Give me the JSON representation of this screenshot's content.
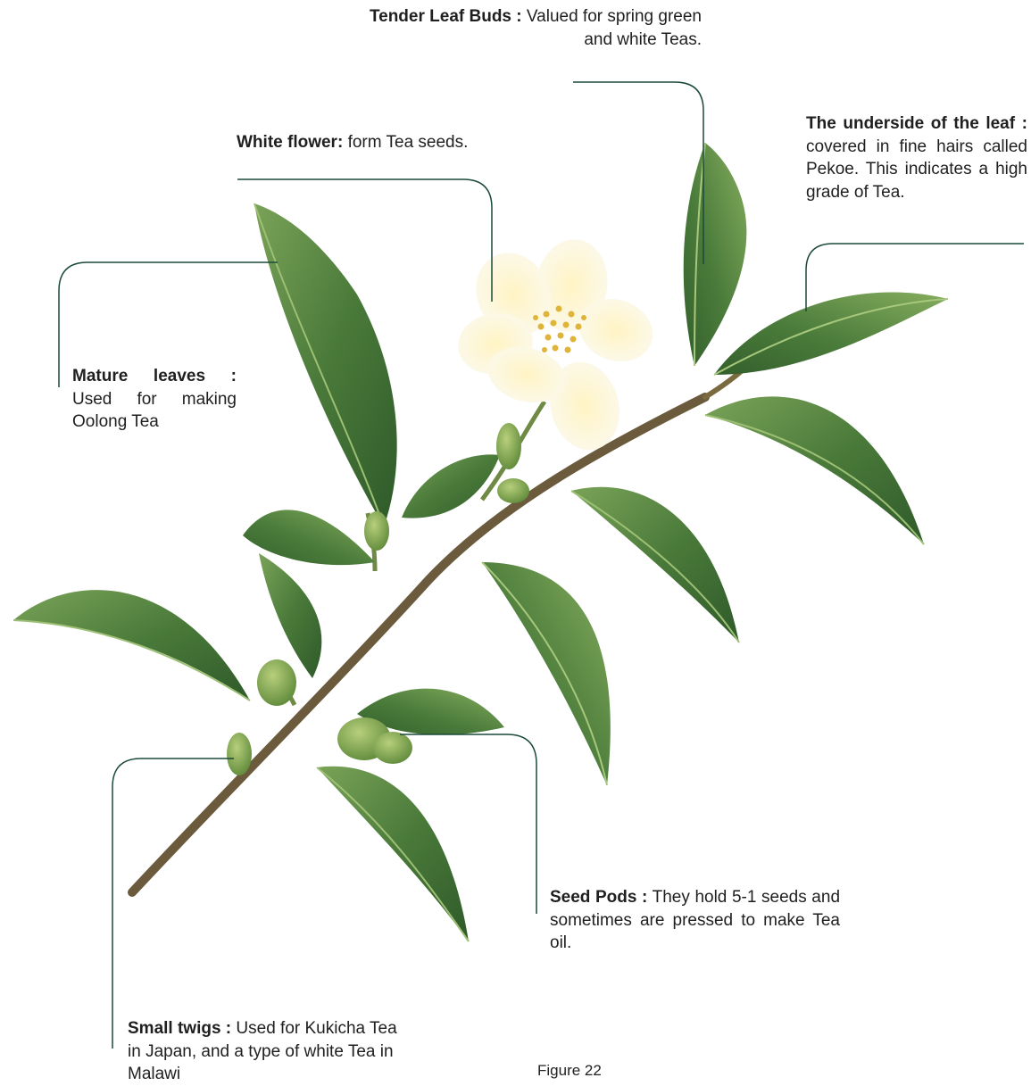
{
  "callouts": {
    "tender_buds": {
      "term": "Tender Leaf Buds :",
      "desc": "Valued for spring green and white Teas."
    },
    "white_flower": {
      "term": "White flower:",
      "desc": "form Tea seeds."
    },
    "underside": {
      "term": "The underside of the leaf :",
      "desc": "covered in fine hairs called Pekoe. This indicates a high grade of Tea."
    },
    "mature_leaves": {
      "term": "Mature leaves :",
      "desc": "Used for making Oolong Tea"
    },
    "seed_pods": {
      "term": "Seed Pods :",
      "desc": "They hold 5-1 seeds and sometimes are pressed to make Tea oil."
    },
    "small_twigs": {
      "term": "Small twigs :",
      "desc": "Used for Kukicha Tea in Japan, and a type of white Tea in Malawi"
    }
  },
  "caption": "Figure 22",
  "colors": {
    "leader_line": "#1b4a3a",
    "leaf": "#3f6e34",
    "leaf_light": "#6f9a4e",
    "stem": "#6b5a3c",
    "petal": "#fbf7e2",
    "stamen": "#e0b43a"
  }
}
